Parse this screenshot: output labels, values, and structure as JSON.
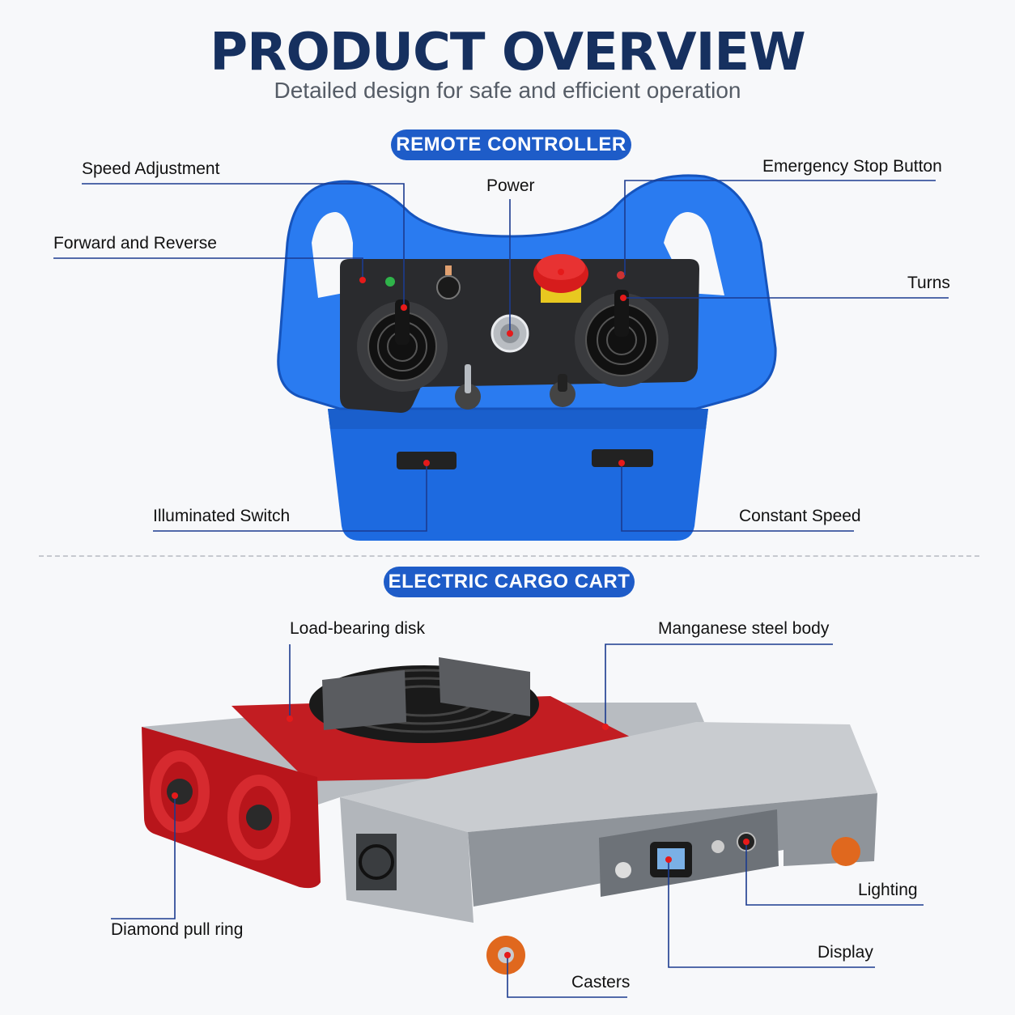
{
  "header": {
    "title": "PRODUCT OVERVIEW",
    "subtitle": "Detailed design for safe and efficient operation"
  },
  "sections": {
    "remote": {
      "label": "REMOTE CONTROLLER"
    },
    "cart": {
      "label": "ELECTRIC CARGO CART"
    }
  },
  "remote_callouts": {
    "speed_adjustment": "Speed Adjustment",
    "power": "Power",
    "emergency_stop": "Emergency Stop Button",
    "forward_reverse": "Forward and Reverse",
    "turns": "Turns",
    "illuminated_switch": "Illuminated Switch",
    "constant_speed": "Constant Speed"
  },
  "cart_callouts": {
    "load_disk": "Load-bearing disk",
    "manganese_body": "Manganese steel body",
    "diamond_ring": "Diamond pull ring",
    "lighting": "Lighting",
    "display": "Display",
    "casters": "Casters"
  },
  "colors": {
    "title": "#16305f",
    "accent": "#1e5cc8",
    "controller_blue": "#1f6fe0",
    "cart_red": "#b5141b",
    "steel": "#a9adb3",
    "marker": "#e51a1a"
  }
}
